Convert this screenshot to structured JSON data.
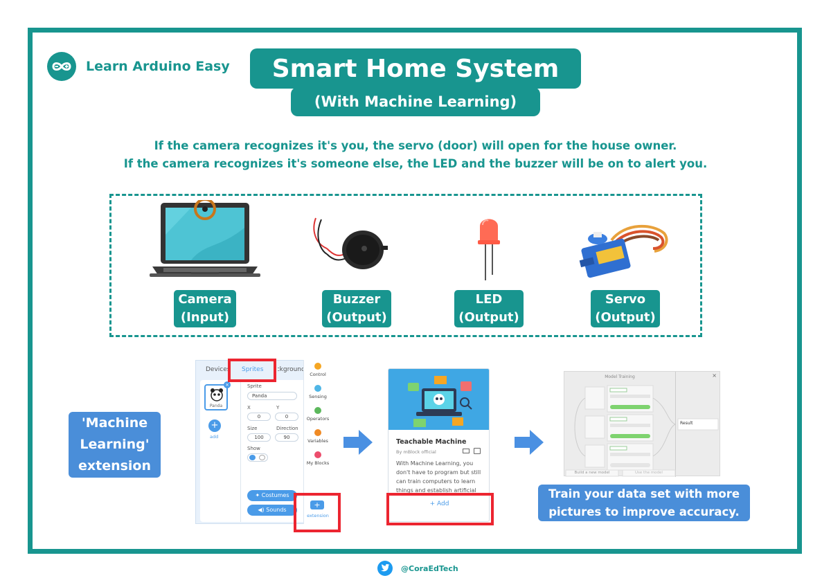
{
  "brand": {
    "name": "Learn Arduino Easy",
    "icon": "arduino-logo-icon",
    "color": "#18958f"
  },
  "header": {
    "title": "Smart Home System",
    "subtitle": "(With Machine Learning)"
  },
  "description": [
    "If the camera recognizes it's you, the servo (door) will open for the house owner.",
    "If the camera recognizes it's someone else, the LED and the buzzer will be on to alert you."
  ],
  "components": [
    {
      "name": "Camera",
      "role": "(Input)",
      "icon": "laptop-camera-icon"
    },
    {
      "name": "Buzzer",
      "role": "(Output)",
      "icon": "buzzer-icon"
    },
    {
      "name": "LED",
      "role": "(Output)",
      "icon": "led-icon"
    },
    {
      "name": "Servo",
      "role": "(Output)",
      "icon": "servo-icon"
    }
  ],
  "ml_extension": {
    "line1": "'Machine",
    "line2": "Learning'",
    "line3": "extension"
  },
  "mblock": {
    "tabs": [
      "Devices",
      "Sprites",
      "Background"
    ],
    "sprite_name": "Panda",
    "add_label": "add",
    "field_sprite": "Sprite",
    "sprite_value": "Panda",
    "field_x": "X",
    "x_value": "0",
    "field_y": "Y",
    "y_value": "0",
    "field_size": "Size",
    "size_value": "100",
    "field_direction": "Direction",
    "direction_value": "90",
    "field_show": "Show",
    "costumes_label": "Costumes",
    "sounds_label": "Sounds",
    "extension_label": "extension",
    "categories": [
      {
        "label": "Control",
        "color": "#f5a623"
      },
      {
        "label": "Sensing",
        "color": "#4fb6e6"
      },
      {
        "label": "Operators",
        "color": "#5cb85c"
      },
      {
        "label": "Variables",
        "color": "#f08a24"
      },
      {
        "label": "My Blocks",
        "color": "#ec4d6c"
      }
    ]
  },
  "extension_card": {
    "title": "Teachable Machine",
    "author": "By mBlock official",
    "description": "With Machine Learning, you don't have to program but still can train computers to learn things and establish artificial",
    "add_label": "+ Add"
  },
  "model_training": {
    "title": "Model Training",
    "close": "×",
    "result_label": "Result",
    "build_button": "Build a new model",
    "use_button": "Use the model"
  },
  "train_note": {
    "line1": "Train your data set with more",
    "line2": "pictures to improve accuracy."
  },
  "footer": {
    "handle": "@CoraEdTech",
    "icon": "twitter-icon"
  },
  "colors": {
    "teal": "#18958f",
    "blue_label": "#4a8ed9",
    "highlight_red": "#ec2530",
    "arrow_blue": "#4a90e2"
  }
}
